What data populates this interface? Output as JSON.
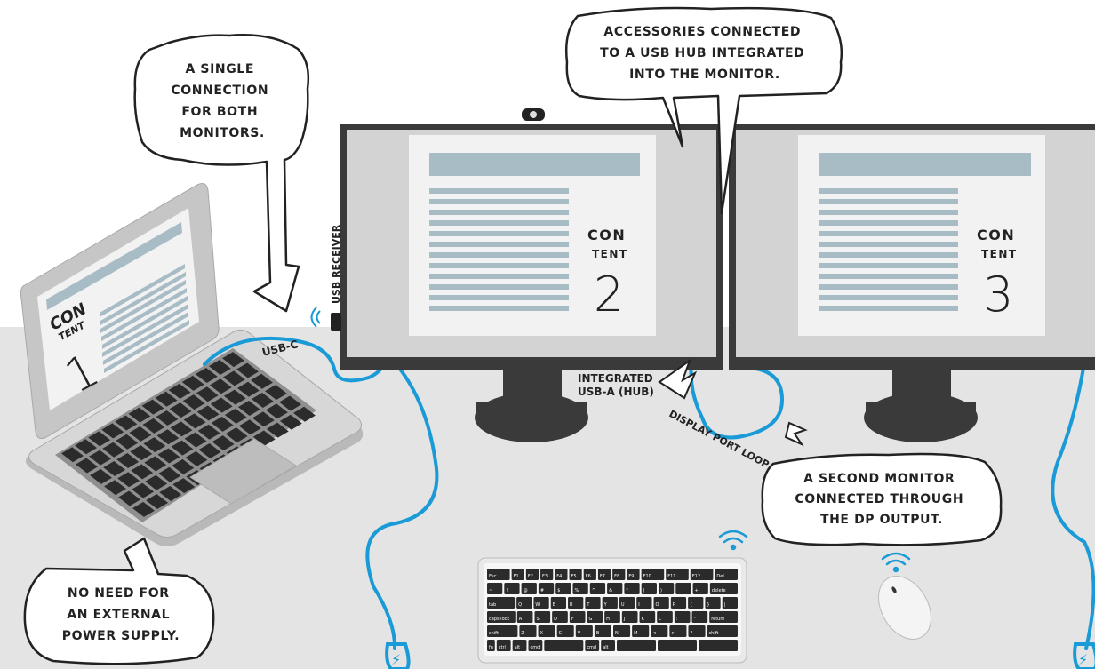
{
  "callouts": {
    "single_connection": [
      "A SINGLE",
      "CONNECTION",
      "FOR BOTH",
      "MONITORS."
    ],
    "usb_hub": [
      "ACCESSORIES CONNECTED",
      "TO A USB HUB INTEGRATED",
      "INTO THE MONITOR."
    ],
    "second_monitor": [
      "A SECOND MONITOR",
      "CONNECTED THROUGH",
      "THE DP OUTPUT."
    ],
    "no_power": [
      "NO NEED FOR",
      "AN EXTERNAL",
      "POWER SUPPLY."
    ]
  },
  "labels": {
    "usb_receiver": "USB RECEIVER",
    "usb_c": "USB-C",
    "integrated_usb_line1": "INTEGRATED",
    "integrated_usb_line2": "USB-A (HUB)",
    "display_port_loop": "DISPLAY PORT LOOP"
  },
  "screens": [
    {
      "top": "CON",
      "bottom": "TENT",
      "number": "1"
    },
    {
      "top": "CON",
      "bottom": "TENT",
      "number": "2"
    },
    {
      "top": "CON",
      "bottom": "TENT",
      "number": "3"
    }
  ],
  "keyboard_rows": [
    [
      "Esc",
      "F1",
      "F2",
      "F3",
      "F4",
      "F5",
      "F6",
      "F7",
      "F8",
      "F9",
      "F10",
      "F11",
      "F12",
      "Del"
    ],
    [
      "~",
      "!",
      "@",
      "#",
      "$",
      "%",
      "^",
      "&",
      "*",
      "(",
      ")",
      "_",
      "+",
      "delete"
    ],
    [
      "tab",
      "Q",
      "W",
      "E",
      "R",
      "T",
      "Y",
      "U",
      "I",
      "O",
      "P",
      "{",
      "}",
      "|"
    ],
    [
      "caps lock",
      "A",
      "S",
      "D",
      "F",
      "G",
      "H",
      "J",
      "K",
      "L",
      ":",
      "\"",
      "return"
    ],
    [
      "shift",
      "Z",
      "X",
      "C",
      "V",
      "B",
      "N",
      "M",
      "<",
      ">",
      "?",
      "shift"
    ],
    [
      "fn",
      "ctrl",
      "alt",
      "cmd",
      "",
      "cmd",
      "alt",
      "",
      "",
      ""
    ]
  ],
  "colors": {
    "cable": "#1a9ad6",
    "monitor_frame": "#3a3a3a",
    "screen_bg": "#d3d3d3",
    "content_bar": "#a8bcc6",
    "floor": "#e4e4e4"
  }
}
